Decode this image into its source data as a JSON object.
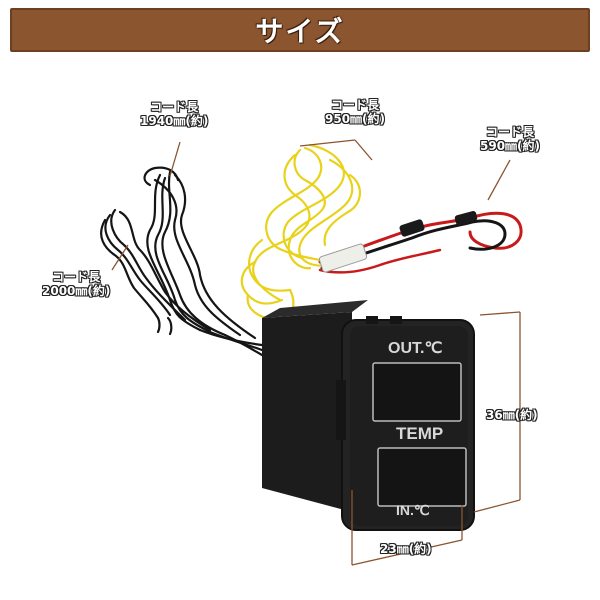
{
  "header": {
    "title": "サイズ"
  },
  "labels": {
    "cord1_title": "コード長",
    "cord1_length": "1940㎜(約)",
    "cord2_title": "コード長",
    "cord2_length": "950㎜(約)",
    "cord3_title": "コード長",
    "cord3_length": "590㎜(約)",
    "cord4_title": "コード長",
    "cord4_length": "2000㎜(約)",
    "height_dim": "36㎜(約)",
    "width_dim": "23㎜(約)"
  },
  "device": {
    "out_label": "OUT.℃",
    "temp_label": "TEMP",
    "in_label": "IN.℃"
  },
  "colors": {
    "header_bg": "#8b5530",
    "annotation_line": "#8b5530",
    "wire_yellow": "#e8d21a",
    "wire_red": "#c81a1a",
    "wire_black": "#151515"
  }
}
